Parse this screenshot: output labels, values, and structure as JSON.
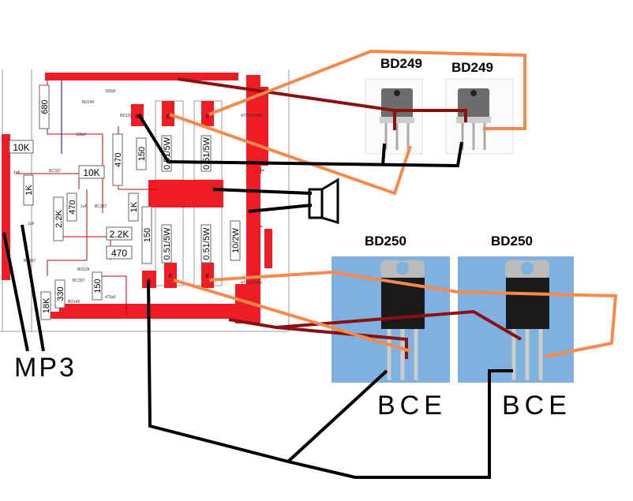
{
  "colors": {
    "trace": "#ee1c24",
    "wire_orange": "#f58a4c",
    "wire_darkred": "#8b1010",
    "wire_black": "#000000",
    "photo_blue": "#7fb1e0"
  },
  "pcb": {
    "resistors": [
      {
        "value": "680",
        "orient": "v"
      },
      {
        "value": "10K",
        "orient": "h"
      },
      {
        "value": "1K",
        "orient": "v"
      },
      {
        "value": "2.2K",
        "orient": "v"
      },
      {
        "value": "470",
        "orient": "v"
      },
      {
        "value": "10K",
        "orient": "h"
      },
      {
        "value": "470",
        "orient": "v"
      },
      {
        "value": "150",
        "orient": "v"
      },
      {
        "value": "1K",
        "orient": "v"
      },
      {
        "value": "2.2K",
        "orient": "h"
      },
      {
        "value": "470",
        "orient": "h"
      },
      {
        "value": "150",
        "orient": "v"
      },
      {
        "value": "150",
        "orient": "v"
      },
      {
        "value": "330",
        "orient": "v"
      },
      {
        "value": "18K",
        "orient": "v"
      },
      {
        "value": "0.51/5W",
        "orient": "v"
      },
      {
        "value": "0.51/5W",
        "orient": "v"
      },
      {
        "value": "0.51/5W",
        "orient": "v"
      },
      {
        "value": "0.51/5W",
        "orient": "v"
      },
      {
        "value": "10/2W",
        "orient": "v"
      }
    ],
    "small_labels": [
      "330pF",
      "BD140",
      "BD139",
      "BC337",
      "BC337",
      "BC337",
      "BC337",
      "BD139",
      "BD140",
      "150pF",
      "1uF",
      "470pF",
      "4700uF/40V",
      "4700uF/40V",
      "1nF",
      "1uF"
    ],
    "pads": [
      "B",
      "E",
      "E",
      "B",
      "E",
      "E"
    ],
    "polarity_plus": "+",
    "polarity_minus": "-"
  },
  "transistors": {
    "top": [
      {
        "label": "BD249"
      },
      {
        "label": "BD249"
      }
    ],
    "bottom": [
      {
        "label": "BD250",
        "pins": "BCE"
      },
      {
        "label": "BD250",
        "pins": "BCE"
      }
    ]
  },
  "input_label": "MP3"
}
